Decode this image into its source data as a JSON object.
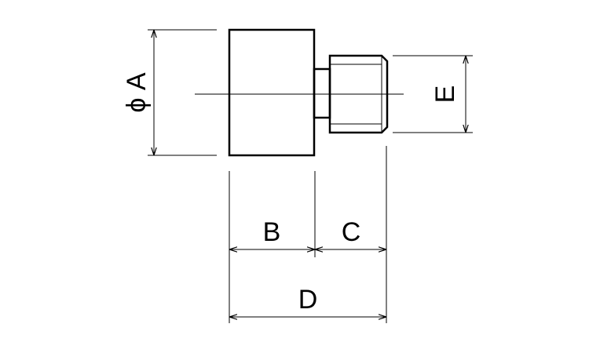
{
  "diagram": {
    "labels": {
      "diameter_a": "ϕ A",
      "length_b": "B",
      "length_c": "C",
      "length_d": "D",
      "width_e": "E"
    },
    "colors": {
      "line": "#000000",
      "background": "#ffffff"
    }
  }
}
